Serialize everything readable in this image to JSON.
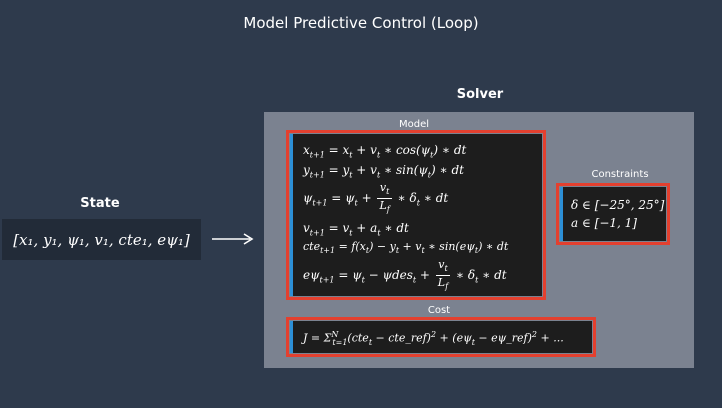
{
  "title": "Model Predictive Control (Loop)",
  "state": {
    "label": "State",
    "vector": "[x₁, y₁, ψ₁, v₁, cte₁, eψ₁]"
  },
  "solver": {
    "label": "Solver",
    "model": {
      "label": "Model",
      "equations": [
        "x_{t+1} = x_t + v_t * cos(ψ_t) * dt",
        "y_{t+1} = y_t + v_t * sin(ψ_t) * dt",
        "ψ_{t+1} = ψ_t + v_t / L_f * δ_t * dt",
        "v_{t+1} = v_t + a_t * dt",
        "cte_{t+1} = f(x_t) − y_t + v_t * sin(eψ_t) * dt",
        "eψ_{t+1} = ψ_t − ψdes_t + v_t / L_f * δ_t * dt"
      ]
    },
    "constraints": {
      "label": "Constraints",
      "lines": [
        "δ ∈ [−25°, 25°]",
        "a ∈ [−1, 1]"
      ]
    },
    "cost": {
      "label": "Cost",
      "equation": "J = Σ_{t=1}^{N} (cte_t − cte_ref)² + (eψ_t − eψ_ref)² + ..."
    }
  },
  "colors": {
    "background": "#2e3a4c",
    "solver_panel": "#7b8290",
    "highlight_frame": "#e3402f",
    "equation_box": "#1d1d1d",
    "accent_bar": "#2c8fd6"
  }
}
